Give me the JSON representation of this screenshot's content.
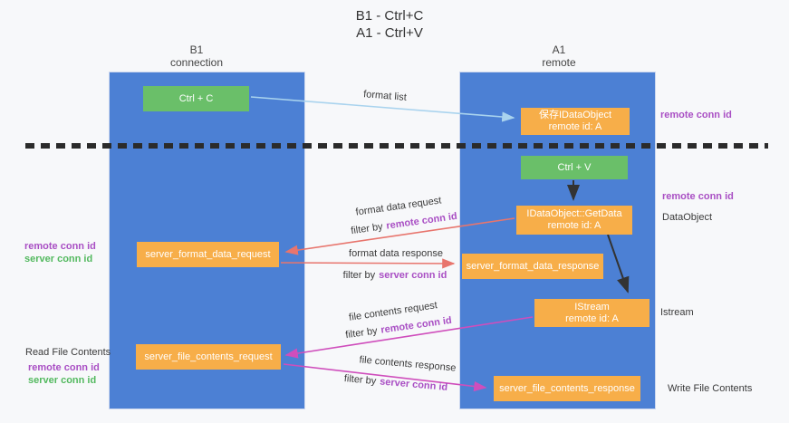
{
  "title": {
    "line1": "B1 - Ctrl+C",
    "line2": "A1 - Ctrl+V"
  },
  "lanes": {
    "left": {
      "name": "B1",
      "role": "connection"
    },
    "right": {
      "name": "A1",
      "role": "remote"
    }
  },
  "boxes": {
    "ctrl_c": "Ctrl + C",
    "ctrl_v": "Ctrl + V",
    "save_idataobject": {
      "line1": "保存IDataObject",
      "line2": "remote id: A"
    },
    "getdata": {
      "line1": "IDataObject::GetData",
      "line2": "remote id: A"
    },
    "istream": {
      "line1": "IStream",
      "line2": "remote id: A"
    },
    "server_format_data_request": "server_format_data_request",
    "server_format_data_response": "server_format_data_response",
    "server_file_contents_request": "server_file_contents_request",
    "server_file_contents_response": "server_file_contents_response"
  },
  "messages": {
    "format_list": "format list",
    "format_data_request": "format data request",
    "format_data_response": "format data response",
    "file_contents_request": "file contents request",
    "file_contents_response": "file contents response",
    "filter_by": "filter by"
  },
  "ids": {
    "remote_conn_id": "remote conn id",
    "server_conn_id": "server conn id"
  },
  "side_labels": {
    "dataobject": "DataObject",
    "istream": "Istream",
    "read_file_contents": "Read File Contents",
    "write_file_contents": "Write File Contents"
  },
  "colors": {
    "lane_blue": "#4c80d4",
    "box_orange": "#f7ae49",
    "box_green": "#6abf69",
    "remote_conn_purple": "#a94fc4",
    "server_conn_green": "#53b95f",
    "arrow_red": "#e8756d",
    "arrow_magenta": "#cf4ebc",
    "arrow_lightblue": "#a9d3ee",
    "arrow_black": "#333333",
    "dashed_line": "#2b2b2b"
  }
}
